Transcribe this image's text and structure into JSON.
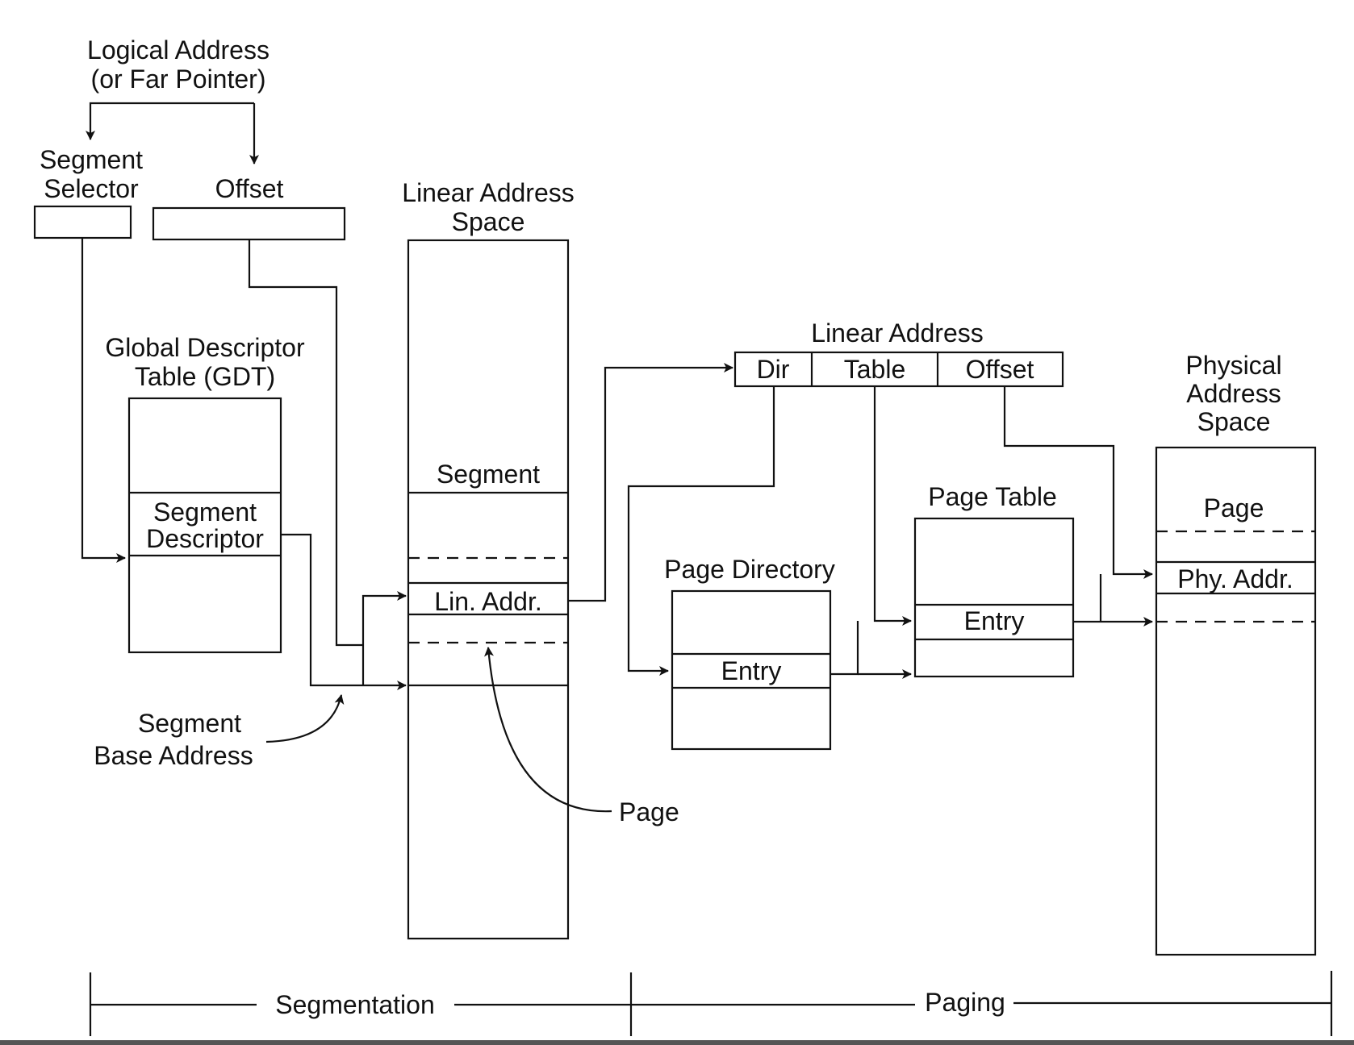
{
  "colors": {
    "ink": "#111111",
    "background": "#ffffff"
  },
  "logical_address": {
    "line1": "Logical Address",
    "line2": "(or Far Pointer)"
  },
  "segment_selector": {
    "line1": "Segment",
    "line2": "Selector"
  },
  "offset": {
    "label": "Offset"
  },
  "gdt": {
    "title1": "Global Descriptor",
    "title2": "Table (GDT)",
    "descriptor1": "Segment",
    "descriptor2": "Descriptor"
  },
  "segment_base": {
    "line1": "Segment",
    "line2": "Base Address"
  },
  "linear_space": {
    "title1": "Linear Address",
    "title2": "Space",
    "segment": "Segment",
    "lin_addr": "Lin. Addr.",
    "page": "Page"
  },
  "linear_address": {
    "title": "Linear Address",
    "dir": "Dir",
    "table": "Table",
    "offset": "Offset"
  },
  "page_directory": {
    "title": "Page Directory",
    "entry": "Entry"
  },
  "page_table": {
    "title": "Page Table",
    "entry": "Entry"
  },
  "physical_space": {
    "title1": "Physical",
    "title2": "Address",
    "title3": "Space",
    "page": "Page",
    "phy_addr": "Phy. Addr."
  },
  "phases": {
    "segmentation": "Segmentation",
    "paging": "Paging"
  }
}
